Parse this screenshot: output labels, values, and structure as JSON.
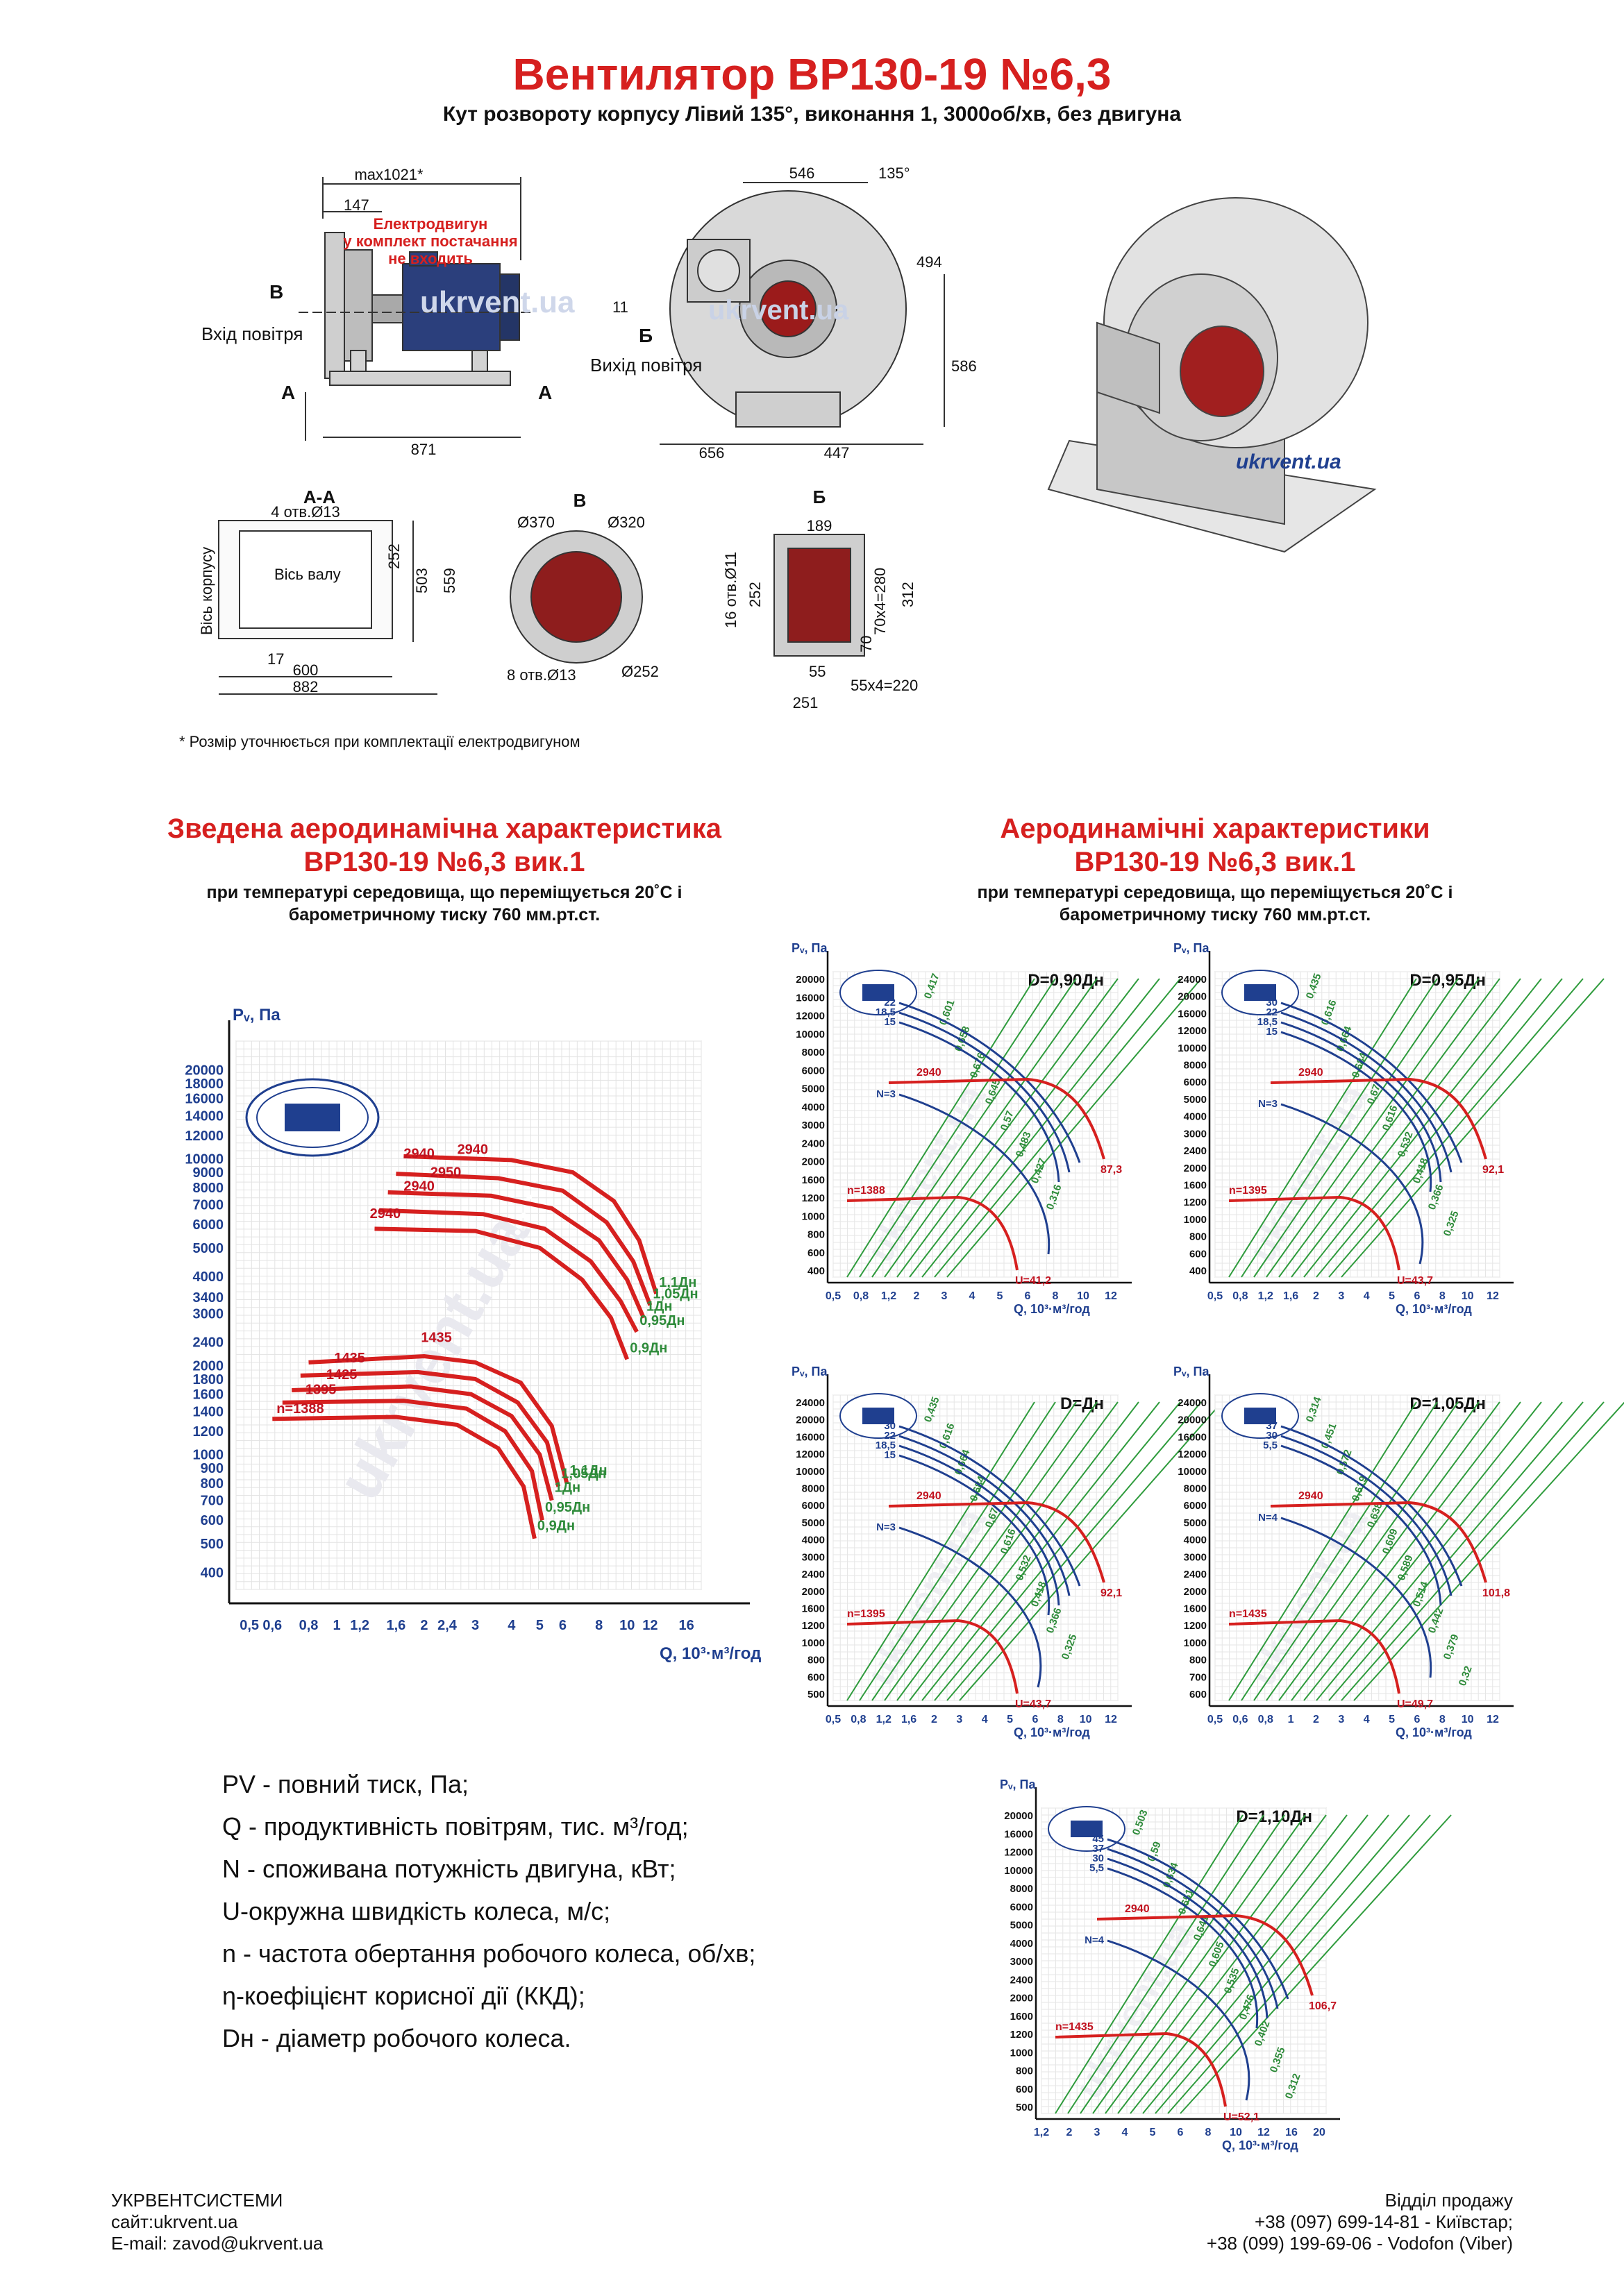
{
  "header": {
    "title": "Вентилятор ВР130-19 №6,3",
    "subtitle": "Кут розвороту корпусу Лівий 135°, виконання 1, 3000об/хв, без двигуна"
  },
  "drawing": {
    "dims_side": [
      "max1021*",
      "147",
      "871"
    ],
    "motor_note": [
      "Електродвигун",
      "у комплект постачання",
      "не входить"
    ],
    "air_in": "Вхід повітря",
    "air_out": "Вихід повітря",
    "letters": {
      "a": "А",
      "b": "Б",
      "v": "В",
      "aa": "А-А"
    },
    "dims_front": [
      "546",
      "135°",
      "11",
      "494",
      "586",
      "656",
      "447"
    ],
    "aa": {
      "holes": "4 отв.Ø13",
      "shaft": "Вісь валу",
      "body": "Вісь корпусу",
      "d252": "252",
      "d503": "503",
      "d559": "559",
      "d17": "17",
      "d600": "600",
      "d882": "882"
    },
    "v": {
      "d370": "Ø370",
      "d320": "Ø320",
      "holes": "8 отв.Ø13",
      "d252": "Ø252"
    },
    "b": {
      "d189": "189",
      "holes": "16 отв.Ø11",
      "d252": "252",
      "d280": "70x4=280",
      "d312": "312",
      "d70": "70",
      "d55": "55",
      "d220": "55x4=220",
      "d251": "251"
    },
    "watermark": "ukrvent.ua",
    "footnote": "* Розмір уточнюється при комплектації електродвигуном"
  },
  "left_section": {
    "title_1": "Зведена аеродинамічна характеристика",
    "title_2": "ВР130-19 №6,3 вик.1",
    "sub_1": "при температурі середовища, що переміщується 20˚С і",
    "sub_2": "барометричному тиску 760 мм.рт.ст."
  },
  "right_section": {
    "title_1": "Аеродинамічні характеристики",
    "title_2": "ВР130-19 №6,3 вик.1",
    "sub_1": "при температурі середовища, що переміщується 20˚С і",
    "sub_2": "барометричному тиску 760 мм.рт.ст."
  },
  "chart_data": [
    {
      "type": "line",
      "ylabel": "Pᵥ, Па",
      "xlabel": "Q, 10³·м³/год",
      "log_scale": true,
      "xlim": [
        0.45,
        18
      ],
      "ylim": [
        350,
        25000
      ],
      "x_ticks": [
        0.5,
        0.6,
        0.8,
        1,
        1.2,
        1.6,
        2,
        2.4,
        3,
        4,
        5,
        6,
        8,
        10,
        12,
        16
      ],
      "x_tick_labels": [
        "0,5",
        "0,6",
        "0,8",
        "1",
        "1,2",
        "1,6",
        "2",
        "2,4",
        "3",
        "4",
        "5",
        "6",
        "8",
        "10",
        "12",
        "16"
      ],
      "y_ticks": [
        400,
        500,
        600,
        700,
        800,
        900,
        1000,
        1200,
        1400,
        1600,
        1800,
        2000,
        2400,
        3000,
        3400,
        4000,
        5000,
        6000,
        7000,
        8000,
        9000,
        10000,
        12000,
        14000,
        16000,
        18000,
        20000
      ],
      "series": [
        {
          "name": "1,1Дн",
          "rpm": "2940",
          "points": [
            [
              1.7,
              10200
            ],
            [
              4,
              9900
            ],
            [
              6.5,
              9000
            ],
            [
              9,
              7200
            ],
            [
              11,
              5300
            ],
            [
              12.6,
              3500
            ]
          ]
        },
        {
          "name": "1,05Дн",
          "rpm": "2940",
          "points": [
            [
              1.6,
              8900
            ],
            [
              3.6,
              8600
            ],
            [
              6,
              7800
            ],
            [
              8.5,
              6100
            ],
            [
              10.5,
              4500
            ],
            [
              12,
              3200
            ]
          ]
        },
        {
          "name": "1Дн",
          "rpm": "2950",
          "points": [
            [
              1.5,
              7700
            ],
            [
              3.4,
              7500
            ],
            [
              5.5,
              6800
            ],
            [
              8,
              5300
            ],
            [
              10,
              3900
            ],
            [
              11.4,
              2900
            ]
          ]
        },
        {
          "name": "0,95Дн",
          "rpm": "2940",
          "points": [
            [
              1.4,
              6700
            ],
            [
              3.2,
              6500
            ],
            [
              5.2,
              5800
            ],
            [
              7.5,
              4500
            ],
            [
              9.5,
              3300
            ],
            [
              10.8,
              2600
            ]
          ]
        },
        {
          "name": "0,9Дн",
          "rpm": "2940",
          "points": [
            [
              1.35,
              5800
            ],
            [
              3,
              5700
            ],
            [
              5,
              5000
            ],
            [
              7,
              3900
            ],
            [
              8.8,
              2900
            ],
            [
              10,
              2100
            ]
          ]
        },
        {
          "name": "1,1Дн",
          "rpm": "1435",
          "points": [
            [
              0.8,
              2050
            ],
            [
              2,
              2150
            ],
            [
              3,
              2050
            ],
            [
              4.3,
              1750
            ],
            [
              5.5,
              1250
            ],
            [
              6.2,
              800
            ]
          ]
        },
        {
          "name": "1,05Дн",
          "rpm": "1435",
          "points": [
            [
              0.75,
              1850
            ],
            [
              1.9,
              1900
            ],
            [
              3,
              1800
            ],
            [
              4.2,
              1500
            ],
            [
              5.3,
              1100
            ],
            [
              5.8,
              780
            ]
          ]
        },
        {
          "name": "1Дн",
          "rpm": "1425",
          "points": [
            [
              0.7,
              1650
            ],
            [
              1.8,
              1700
            ],
            [
              2.9,
              1600
            ],
            [
              4,
              1350
            ],
            [
              5,
              1000
            ],
            [
              5.5,
              700
            ]
          ]
        },
        {
          "name": "0,95Дн",
          "rpm": "1395",
          "points": [
            [
              0.65,
              1500
            ],
            [
              1.7,
              1520
            ],
            [
              2.8,
              1430
            ],
            [
              3.8,
              1200
            ],
            [
              4.7,
              880
            ],
            [
              5.1,
              600
            ]
          ]
        },
        {
          "name": "0,9Дн",
          "rpm": "1388",
          "points": [
            [
              0.6,
              1320
            ],
            [
              1.6,
              1340
            ],
            [
              2.6,
              1260
            ],
            [
              3.6,
              1050
            ],
            [
              4.4,
              780
            ],
            [
              4.8,
              520
            ]
          ]
        }
      ],
      "labels": {
        "rpm_high": [
          "2940",
          "2940",
          "2950",
          "2940",
          "2940"
        ],
        "rpm_low": [
          "1435",
          "1435",
          "1425",
          "1395",
          "n=1388"
        ],
        "d_high": [
          "1,1Дн",
          "1,05Дн",
          "1Дн",
          "0,95Дн",
          "0,9Дн"
        ],
        "d_low": [
          "1,1Дн",
          "1,05Дн",
          "1Дн",
          "0,95Дн",
          "0,9Дн"
        ]
      }
    },
    {
      "type": "line",
      "title": "D=0,90Дн",
      "ylabel": "Pᵥ, Па",
      "xlabel": "Q, 10³·м³/год",
      "x_ticks": [
        "0,5",
        "0,8",
        "1,2",
        "2",
        "3",
        "4",
        "5",
        "6",
        "8",
        "10",
        "12"
      ],
      "y_ticks": [
        "400",
        "600",
        "800",
        "1000",
        "1200",
        "1600",
        "2000",
        "2400",
        "3000",
        "4000",
        "5000",
        "6000",
        "8000",
        "10000",
        "12000",
        "16000",
        "20000"
      ],
      "power_labels": [
        "22",
        "18,5",
        "15",
        "N=3"
      ],
      "efficiency_labels": [
        "0,417",
        "0,601",
        "0,658",
        "0,676",
        "0,645",
        "0,57",
        "0,483",
        "0,427",
        "0,316"
      ],
      "rpm_labels": [
        "2940",
        "n=1388"
      ],
      "speed_labels": [
        "87,3",
        "U=41,2"
      ]
    },
    {
      "type": "line",
      "title": "D=0,95Дн",
      "ylabel": "Pᵥ, Па",
      "xlabel": "Q, 10³·м³/год",
      "x_ticks": [
        "0,5",
        "0,8",
        "1,2",
        "1,6",
        "2",
        "3",
        "4",
        "5",
        "6",
        "8",
        "10",
        "12"
      ],
      "y_ticks": [
        "400",
        "600",
        "800",
        "1000",
        "1200",
        "1600",
        "2000",
        "2400",
        "3000",
        "4000",
        "5000",
        "6000",
        "8000",
        "10000",
        "12000",
        "16000",
        "20000",
        "24000"
      ],
      "power_labels": [
        "30",
        "22",
        "18,5",
        "15",
        "N=3"
      ],
      "efficiency_labels": [
        "0,435",
        "0,616",
        "0,664",
        "0,684",
        "0,67",
        "0,616",
        "0,532",
        "0,418",
        "0,366",
        "0,325"
      ],
      "rpm_labels": [
        "2940",
        "n=1395"
      ],
      "speed_labels": [
        "92,1",
        "U=43,7"
      ]
    },
    {
      "type": "line",
      "title": "D=Дн",
      "ylabel": "Pᵥ, Па",
      "xlabel": "Q, 10³·м³/год",
      "x_ticks": [
        "0,5",
        "0,8",
        "1,2",
        "1,6",
        "2",
        "3",
        "4",
        "5",
        "6",
        "8",
        "10",
        "12"
      ],
      "y_ticks": [
        "500",
        "600",
        "800",
        "1000",
        "1200",
        "1600",
        "2000",
        "2400",
        "3000",
        "4000",
        "5000",
        "6000",
        "8000",
        "10000",
        "12000",
        "16000",
        "20000",
        "24000"
      ],
      "power_labels": [
        "30",
        "22",
        "18,5",
        "15",
        "N=3"
      ],
      "efficiency_labels": [
        "0,435",
        "0,616",
        "0,664",
        "0,684",
        "0,67",
        "0,616",
        "0,532",
        "0,418",
        "0,366",
        "0,325"
      ],
      "rpm_labels": [
        "2940",
        "n=1395"
      ],
      "speed_labels": [
        "92,1",
        "U=43,7"
      ]
    },
    {
      "type": "line",
      "title": "D=1,05Дн",
      "ylabel": "Pᵥ, Па",
      "xlabel": "Q, 10³·м³/год",
      "x_ticks": [
        "0,5",
        "0,6",
        "0,8",
        "1",
        "2",
        "3",
        "4",
        "5",
        "6",
        "8",
        "10",
        "12"
      ],
      "y_ticks": [
        "600",
        "700",
        "800",
        "1000",
        "1200",
        "1600",
        "2000",
        "2400",
        "3000",
        "4000",
        "5000",
        "6000",
        "8000",
        "10000",
        "12000",
        "16000",
        "20000",
        "24000"
      ],
      "power_labels": [
        "37",
        "30",
        "5,5",
        "N=4"
      ],
      "efficiency_labels": [
        "0,314",
        "0,451",
        "0,572",
        "0,619",
        "0,638",
        "0,609",
        "0,589",
        "0,514",
        "0,442",
        "0,379",
        "0,32"
      ],
      "rpm_labels": [
        "2940",
        "n=1435"
      ],
      "speed_labels": [
        "101,8",
        "U=49,7"
      ]
    },
    {
      "type": "line",
      "title": "D=1,10Дн",
      "ylabel": "Pᵥ, Па",
      "xlabel": "Q, 10³·м³/год",
      "x_ticks": [
        "1,2",
        "2",
        "3",
        "4",
        "5",
        "6",
        "8",
        "10",
        "12",
        "16",
        "20"
      ],
      "y_ticks": [
        "500",
        "600",
        "800",
        "1000",
        "1200",
        "1600",
        "2000",
        "2400",
        "3000",
        "4000",
        "5000",
        "6000",
        "8000",
        "10000",
        "12000",
        "16000",
        "20000"
      ],
      "power_labels": [
        "45",
        "37",
        "30",
        "5,5",
        "N=4"
      ],
      "efficiency_labels": [
        "0,503",
        "0,59",
        "0,634",
        "0,651",
        "0,641",
        "0,605",
        "0,535",
        "0,476",
        "0,402",
        "0,355",
        "0,312"
      ],
      "rpm_labels": [
        "2940",
        "n=1435"
      ],
      "speed_labels": [
        "106,7",
        "U=52,1"
      ]
    }
  ],
  "legend": [
    {
      "sym": "PV",
      "text": " - повний тиск, Па;"
    },
    {
      "sym": "Q",
      "text": " - продуктивність повітрям, тис. м³/год;"
    },
    {
      "sym": "N",
      "text": " - споживана потужність двигуна, кВт;"
    },
    {
      "sym": "U",
      "text": "-окружна швидкість колеса, м/с;"
    },
    {
      "sym": "n",
      "text": " - частота обертання робочого колеса, об/хв;"
    },
    {
      "sym": "η",
      "text": "-коефіцієнт корисної дії (ККД);"
    },
    {
      "sym": "Dн",
      "text": " - діаметр робочого колеса."
    }
  ],
  "footer": {
    "company": "УКРВЕНТСИСТЕМИ",
    "site": "сайт:ukrvent.ua",
    "email": "E-mail: zavod@ukrvent.ua",
    "sales": "Відділ продажу",
    "phone1": "+38 (097) 699-14-81 - Київстар;",
    "phone2": "+38 (099) 199-69-06 - Vodofon (Viber)"
  },
  "colors": {
    "accent": "#d6201f",
    "curve_red": "#d6201f",
    "curve_blue": "#1f3f8f",
    "eff_green": "#2e9b3c",
    "label_green": "#2e8b3a"
  }
}
